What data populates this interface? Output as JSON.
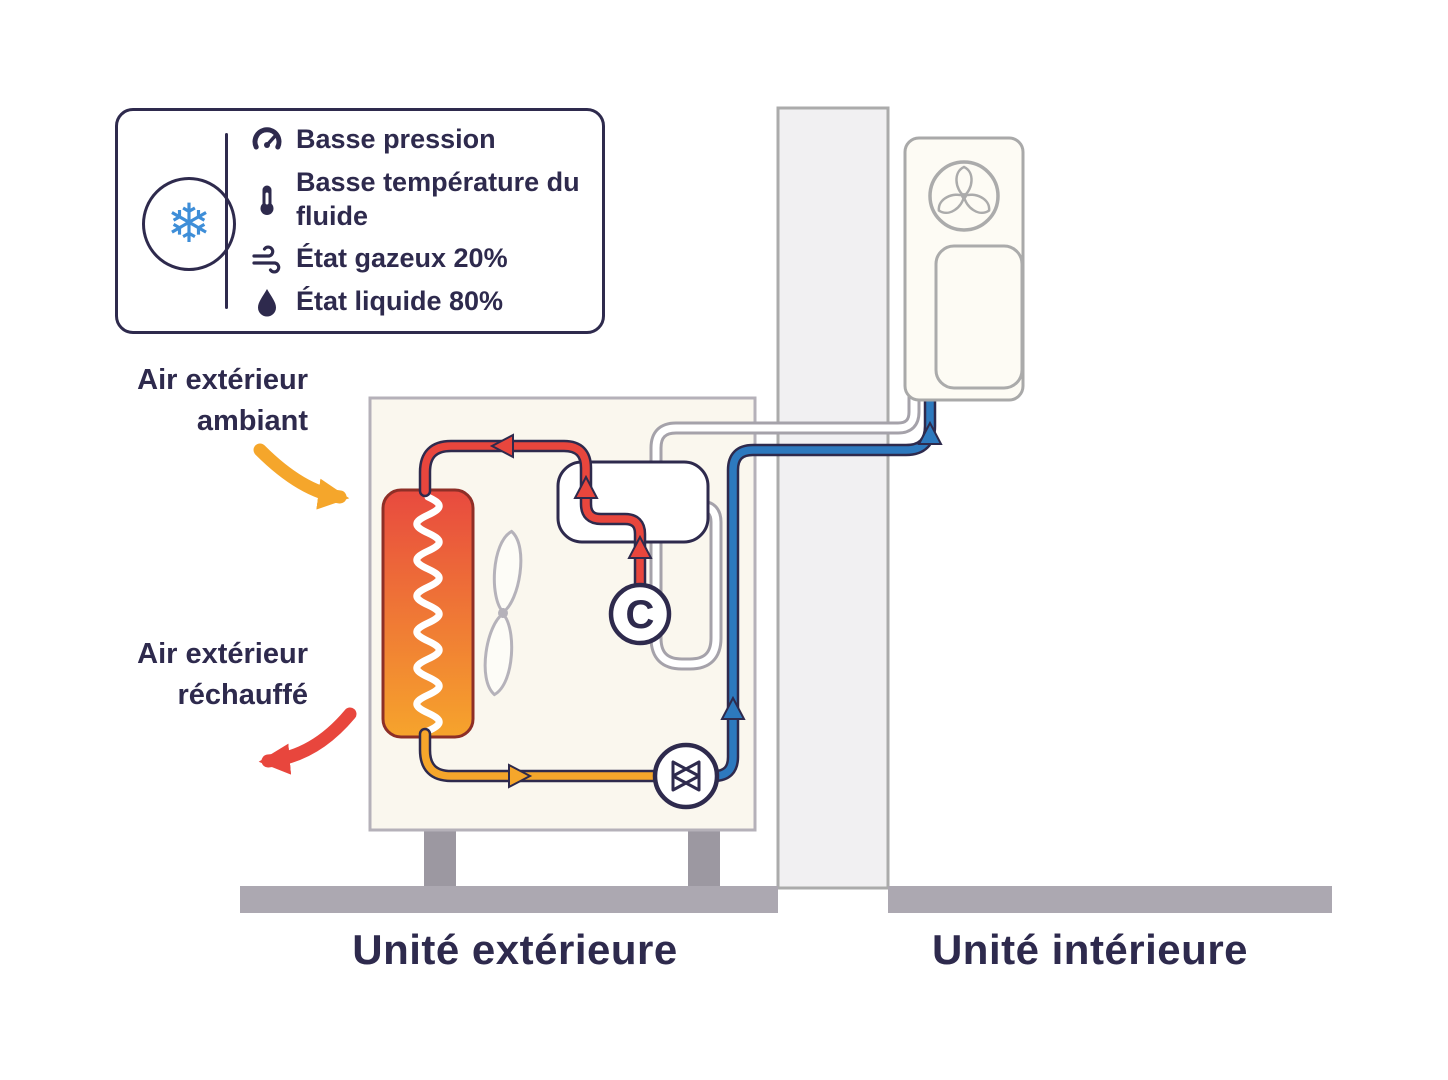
{
  "legend": {
    "snowflake_char": "❄",
    "items": [
      {
        "icon": "gauge-icon",
        "label": "Basse pression"
      },
      {
        "icon": "thermometer-icon",
        "label": "Basse température du fluide"
      },
      {
        "icon": "gas-icon",
        "label": "État gazeux 20%"
      },
      {
        "icon": "droplet-icon",
        "label": "État liquide 80%"
      }
    ]
  },
  "annotations": {
    "air_in": "Air extérieur ambiant",
    "air_out": "Air extérieur réchauffé"
  },
  "units": {
    "outdoor_label": "Unité extérieure",
    "indoor_label": "Unité intérieure"
  },
  "components": {
    "compressor_label": "C"
  },
  "palette": {
    "ink": "#2E2A4D",
    "red": "#E8463D",
    "orange": "#F5A62B",
    "blue": "#2D79BE",
    "gray_pipe": "#A5A2AA",
    "snowflake_blue": "#3E8ED8",
    "outdoor_box": "#FAF7EE",
    "wall": "#F1F0F2",
    "ground": "#ACA8B1"
  }
}
